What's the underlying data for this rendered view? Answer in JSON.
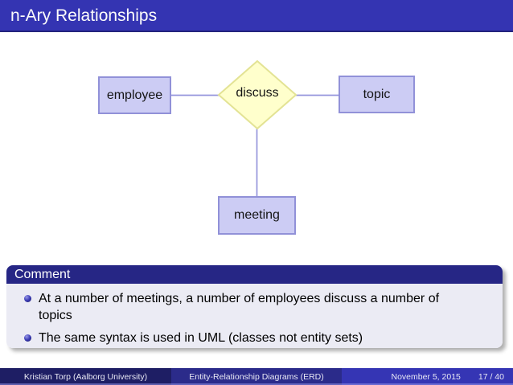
{
  "frametitle": "n-Ary Relationships",
  "diagram": {
    "entities": {
      "employee": "employee",
      "topic": "topic",
      "meeting": "meeting"
    },
    "relationship": "discuss"
  },
  "comment": {
    "title": "Comment",
    "bullets": [
      "At a number of meetings, a number of employees discuss a number of topics",
      "The same syntax is used in UML (classes not entity sets)"
    ]
  },
  "footer": {
    "author": "Kristian Torp  (Aalborg University)",
    "deck_title": "Entity-Relationship Diagrams (ERD)",
    "date": "November 5, 2015",
    "page": "17 / 40"
  },
  "colors": {
    "structure_blue": "#3434b2",
    "block_title_bg": "#262685",
    "block_body_bg": "#ebebf4",
    "entity_fill": "#ccccf4",
    "entity_border": "#9191d8",
    "diamond_fill": "#ffffcc",
    "diamond_border": "#e3e394",
    "connector": "#9595dc",
    "footer_left_bg": "#1e1e64",
    "footer_mid_bg": "#2b2b8a",
    "footer_right_bg": "#3535b4"
  }
}
